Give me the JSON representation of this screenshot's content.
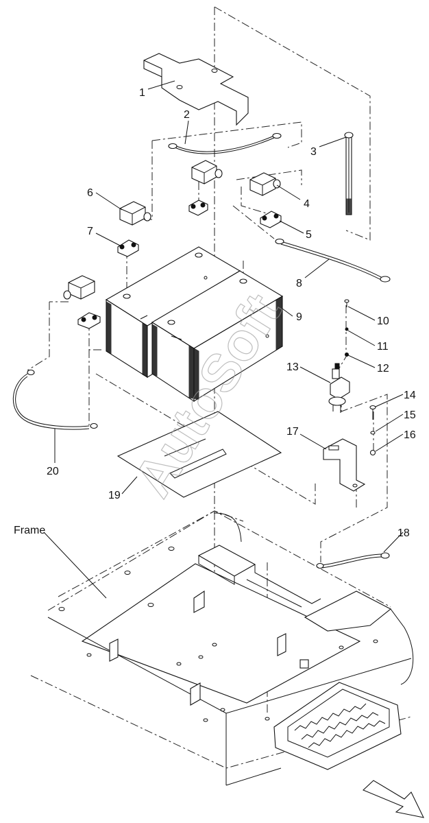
{
  "diagram": {
    "callouts": [
      "1",
      "2",
      "3",
      "4",
      "5",
      "6",
      "7",
      "8",
      "9",
      "10",
      "11",
      "12",
      "13",
      "14",
      "15",
      "16",
      "17",
      "18",
      "19",
      "20"
    ],
    "frame_label": "Frame",
    "watermark": "AutoSoft"
  }
}
